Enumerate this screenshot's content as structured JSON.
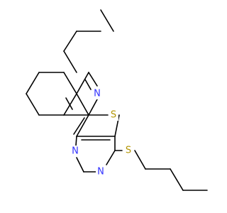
{
  "colors": {
    "background": "#ffffff",
    "bond": "#000000",
    "nitrogen": "#3333ff",
    "sulfur": "#b29400"
  },
  "atoms": {
    "n_pyridine": "N",
    "s_thiophene": "S",
    "n_pyrimidine_upper": "N",
    "n_pyrimidine_lower": "N",
    "s_thioether": "S"
  }
}
